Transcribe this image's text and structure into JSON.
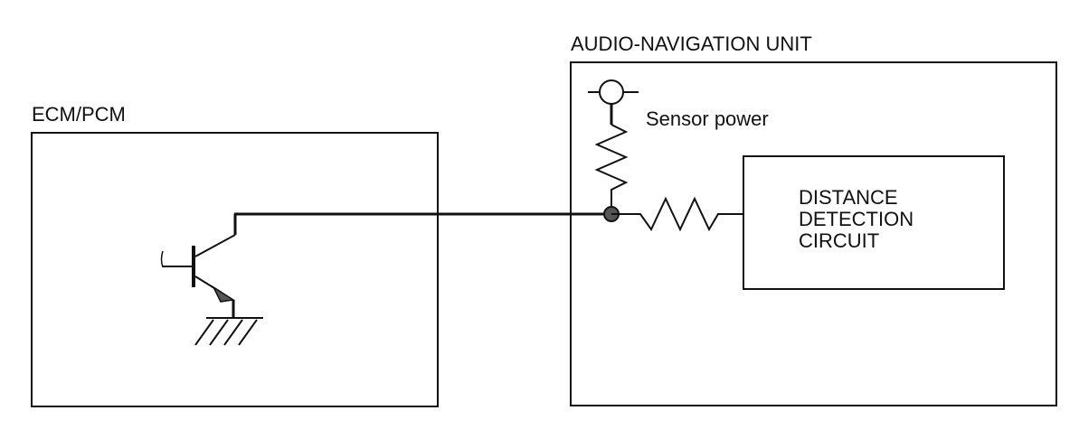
{
  "ecm": {
    "label": "ECM/PCM"
  },
  "audio_unit": {
    "label": "AUDIO-NAVIGATION UNIT"
  },
  "sensor": {
    "label": "Sensor power"
  },
  "circuit": {
    "lines": [
      "DISTANCE",
      "DETECTION",
      "CIRCUIT"
    ]
  }
}
